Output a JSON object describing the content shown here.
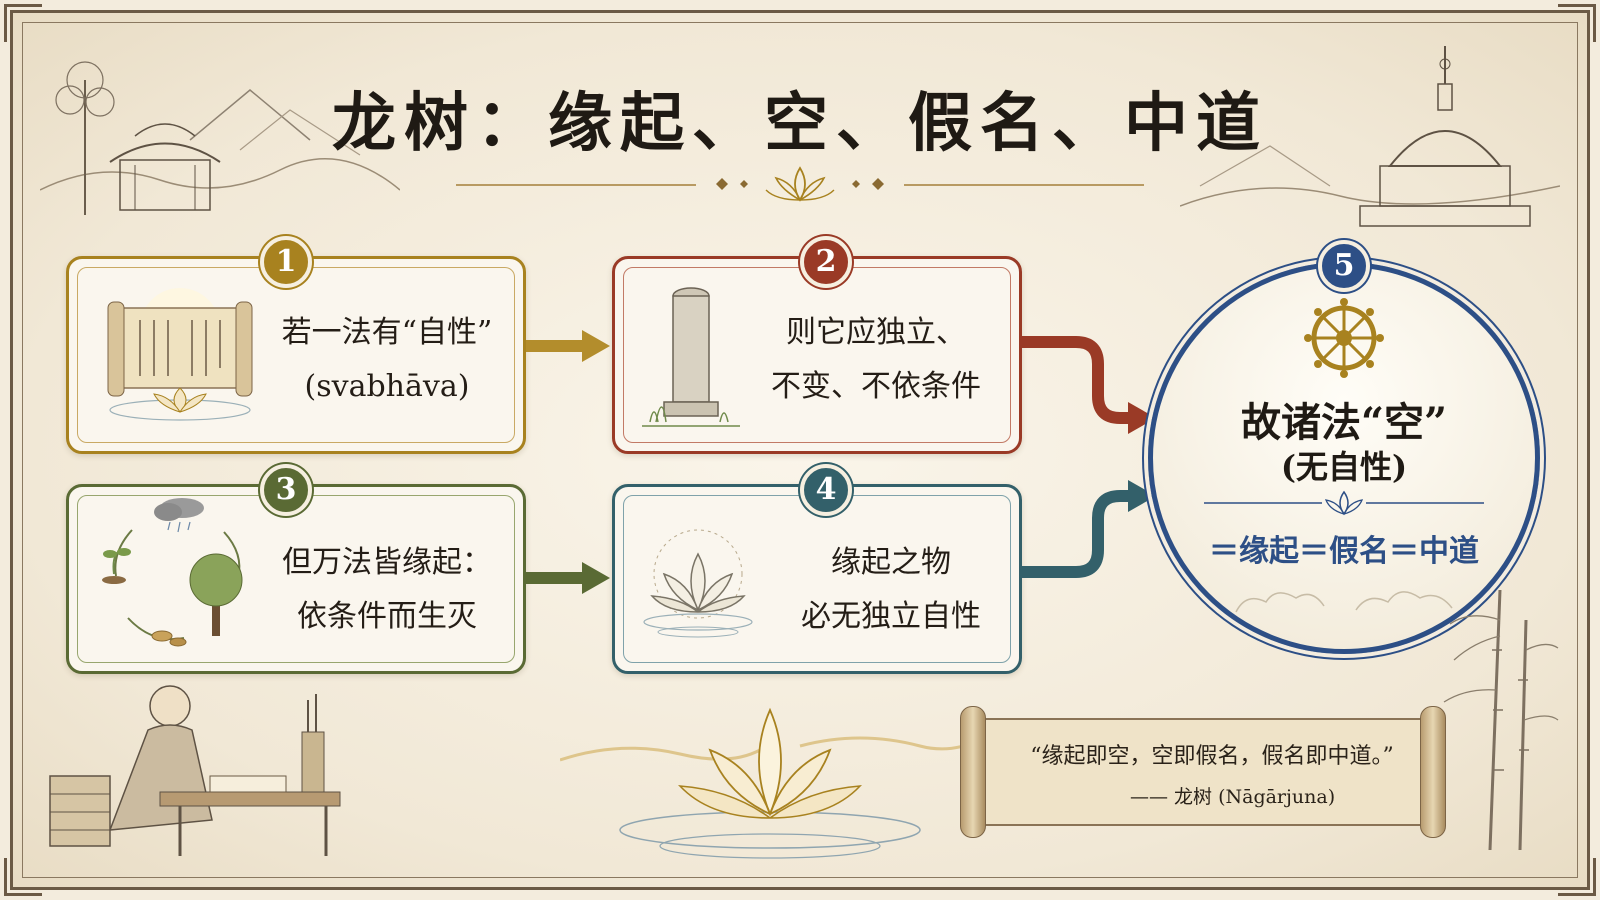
{
  "title": "龙树：缘起、空、假名、中道",
  "steps": [
    {
      "number": "1",
      "line1": "若一法有“自性”",
      "line2": "(svabhāva)",
      "color": "#a8821f"
    },
    {
      "number": "2",
      "line1": "则它应独立、",
      "line2": "不变、不依条件",
      "color": "#9a3a26"
    },
    {
      "number": "3",
      "line1": "但万法皆缘起：",
      "line2": "依条件而生灭",
      "color": "#5a6a34"
    },
    {
      "number": "4",
      "line1": "缘起之物",
      "line2": "必无独立自性",
      "color": "#33606a"
    }
  ],
  "conclusion": {
    "number": "5",
    "main": "故诸法“空”",
    "sub": "(无自性)",
    "equation": "＝缘起＝假名＝中道",
    "color": "#2d4f86"
  },
  "quote": {
    "text": "“缘起即空，空即假名，假名即中道。”",
    "attribution": "—— 龙树 (Nāgārjuna)"
  },
  "icons": [
    "scroll-icon",
    "stone-pillar-icon",
    "growth-cycle-icon",
    "lotus-icon",
    "dharma-wheel-icon"
  ]
}
